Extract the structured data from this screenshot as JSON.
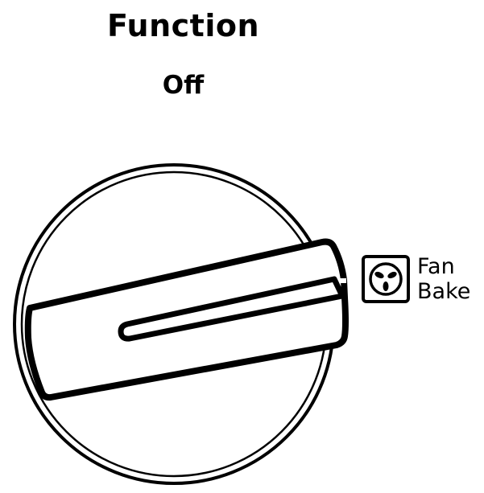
{
  "header": {
    "title": "Function",
    "current_state": "Off"
  },
  "knob": {
    "type": "rotary-dial",
    "pointer_direction": "right",
    "stroke_color": "#000000",
    "fill_color": "#ffffff"
  },
  "position_label": {
    "icon": "fan-bake-icon",
    "line1": "Fan",
    "line2": "Bake"
  }
}
